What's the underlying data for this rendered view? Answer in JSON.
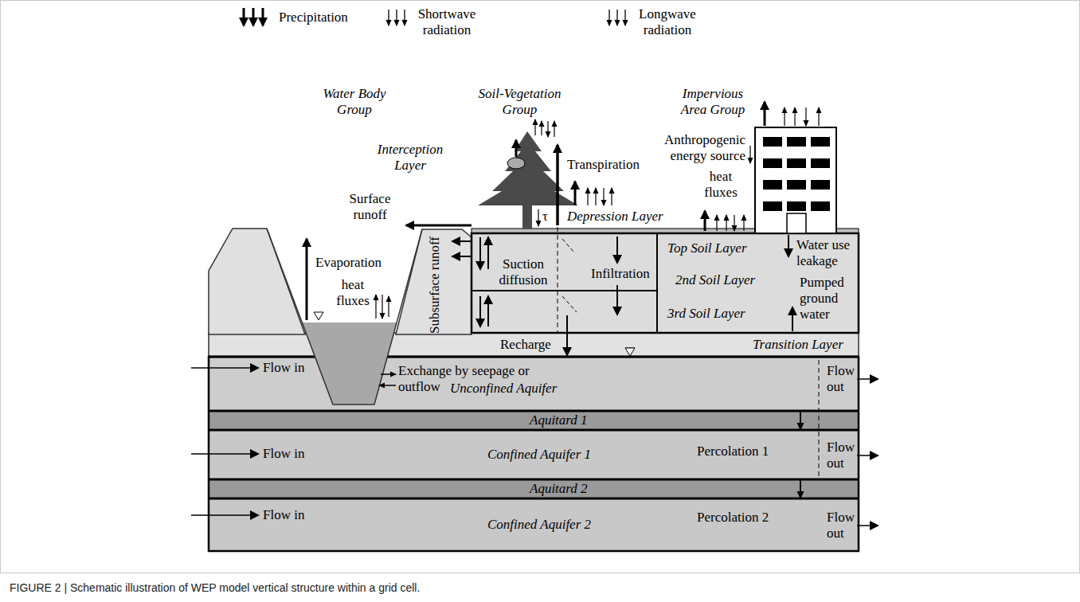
{
  "diagram": {
    "caption": "FIGURE 2 | Schematic illustration of WEP model vertical structure within a grid cell.",
    "nodes": [
      {
        "text": [
          "Transition Layer"
        ]
      },
      {
        "text": [
          "Unconfined Aquifer"
        ]
      },
      {
        "text": [
          "Aquitard 1"
        ]
      },
      {
        "text": [
          "Confined Aquifer 1"
        ]
      },
      {
        "text": [
          "Aquitard 2"
        ]
      },
      {
        "text": [
          "Confined Aquifer 2"
        ]
      }
    ],
    "edges": [
      {
        "from": 1,
        "to": 3,
        "arrow": "to"
      },
      {
        "from": 3,
        "to": 5,
        "arrow": "to"
      }
    ],
    "labels": [
      "Water Body Group",
      "Soil-Vegetation Group",
      "Impervious Area Group",
      "Interception Layer",
      "Transpiration",
      "Anthropogenic energy source",
      "heat fluxes",
      "Surface runoff",
      "τ",
      "Depression Layer",
      "Evaporation",
      "heat fluxes",
      "Subsurface runoff",
      "Suction diffusion",
      "Infiltration",
      "Top Soil Layer",
      "Water use leakage",
      "2nd Soil Layer",
      "3rd Soil Layer",
      "Pumped ground water",
      "Recharge",
      "Flow in",
      "Exchange by seepage or outflow",
      "Flow out",
      "Percolation 1",
      "Flow in",
      "Flow out",
      "Percolation 2",
      "Flow in",
      "Flow out"
    ],
    "legend": [
      {
        "text": "Precipitation"
      },
      {
        "text": "Shortwave radiation"
      },
      {
        "text": "Longwave radiation"
      }
    ]
  }
}
